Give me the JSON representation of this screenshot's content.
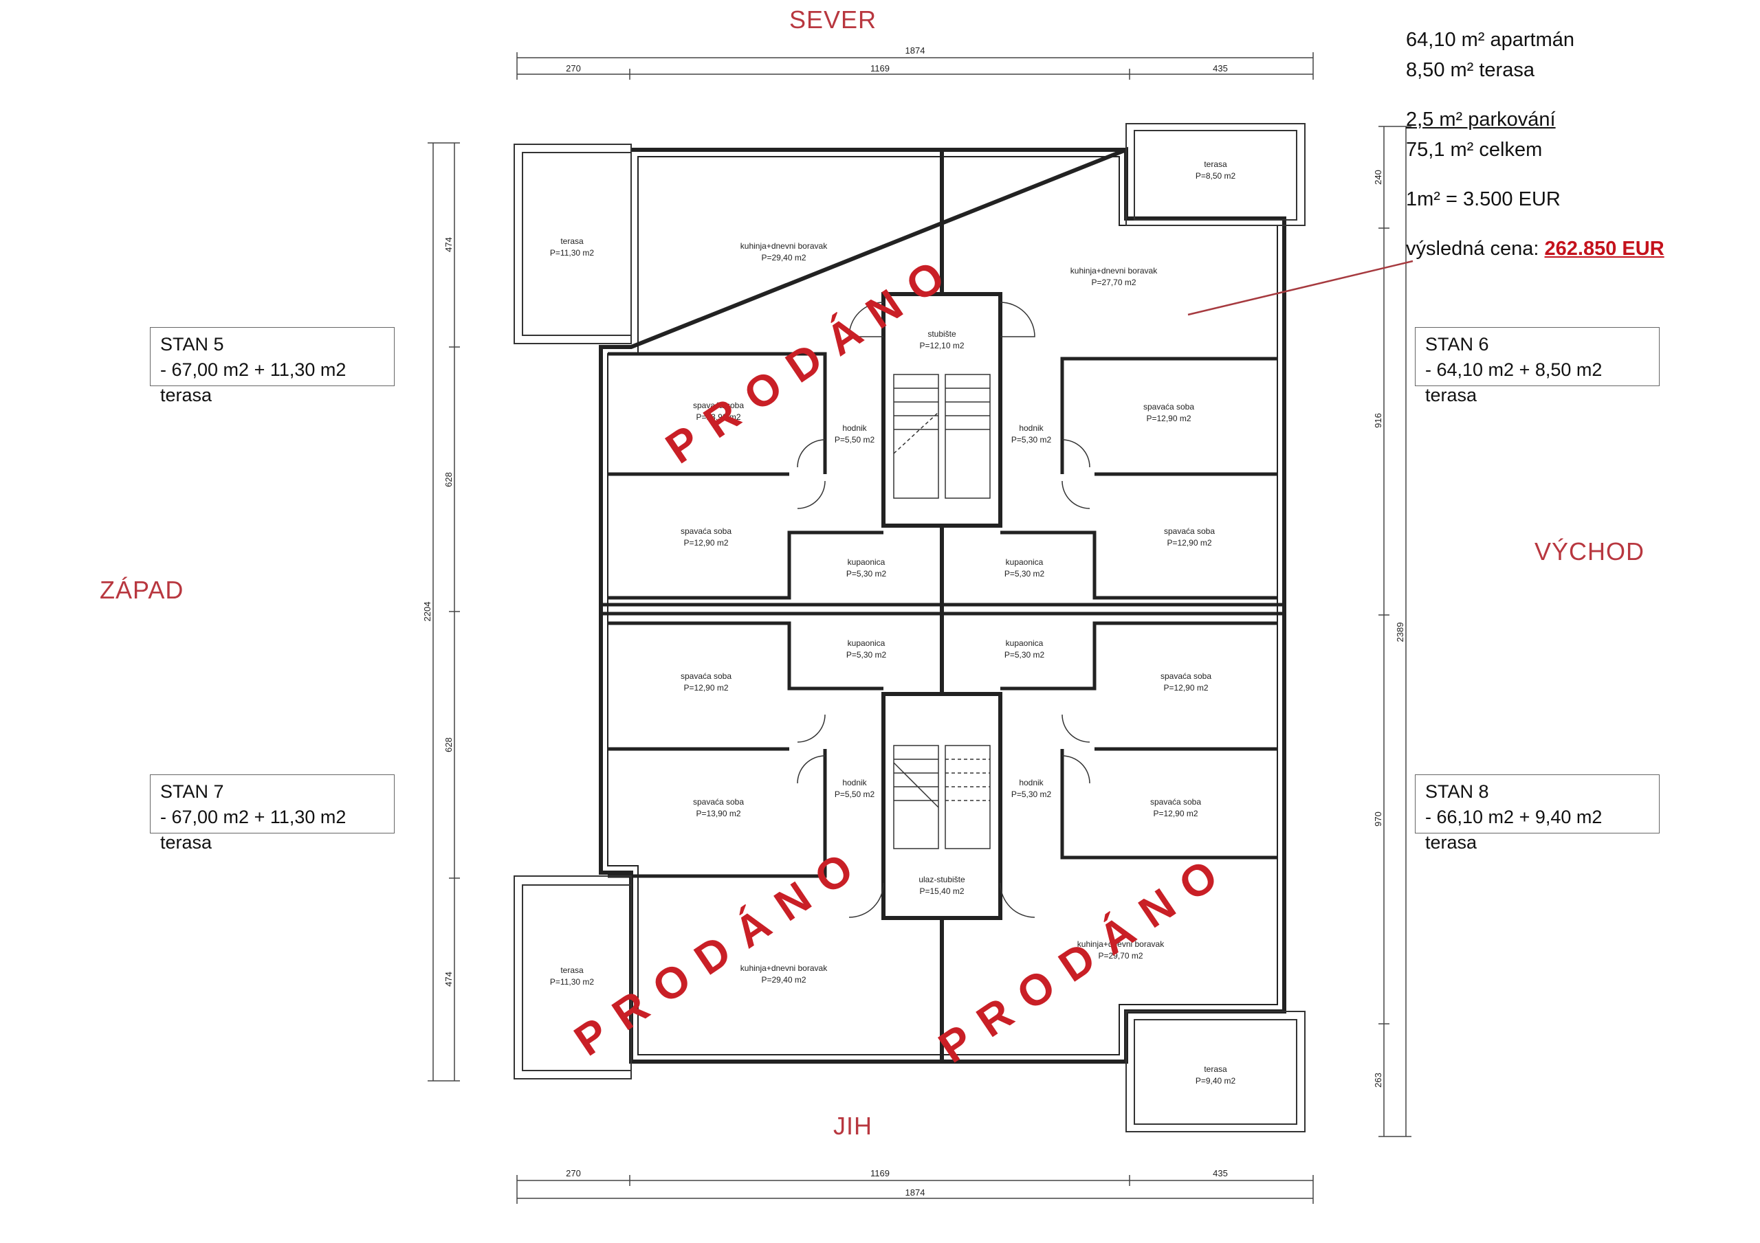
{
  "compass": {
    "north": "SEVER",
    "south": "JIH",
    "west": "ZÁPAD",
    "east": "VÝCHOD"
  },
  "summary": {
    "line1": "64,10 m² apartmán",
    "line2": "8,50   m² terasa",
    "line3": "2,5 m² parkování",
    "line4": "75,1     m² celkem",
    "line5": "1m² =  3.500 EUR",
    "price_label": "výsledná cena:",
    "price_value": "262.850 EUR"
  },
  "units": [
    {
      "name": "STAN 5",
      "desc": "- 67,00 m2 + 11,30 m2 terasa"
    },
    {
      "name": "STAN 6",
      "desc": "- 64,10 m2 + 8,50 m2 terasa"
    },
    {
      "name": "STAN 7",
      "desc": "- 67,00 m2 + 11,30 m2 terasa"
    },
    {
      "name": "STAN 8",
      "desc": "- 66,10 m2 + 9,40 m2 terasa"
    }
  ],
  "sold_label": "PRODÁNO",
  "dimensions": {
    "top_total": "1874",
    "top_left": "270",
    "top_mid": "1169",
    "top_right": "435",
    "bottom_total": "1874",
    "bottom_left": "270",
    "bottom_mid": "1169",
    "bottom_right": "435",
    "left_total": "2204",
    "left_1": "474",
    "left_2": "628",
    "left_3": "628",
    "left_4": "474",
    "right_total": "2389",
    "right_1": "240",
    "right_2": "916",
    "right_3": "970",
    "right_4": "263"
  },
  "rooms": {
    "nw_terrace": {
      "name": "terasa",
      "area": "P=11,30 m2"
    },
    "nw_kitchen": {
      "name": "kuhinja+dnevni boravak",
      "area": "P=29,40 m2"
    },
    "ne_terrace": {
      "name": "terasa",
      "area": "P=8,50 m2"
    },
    "ne_kitchen": {
      "name": "kuhinja+dnevni boravak",
      "area": "P=27,70 m2"
    },
    "stair_n": {
      "name": "stubište",
      "area": "P=12,10 m2"
    },
    "nw_bed1": {
      "name": "spavaća soba",
      "area": "P=13,90 m2"
    },
    "nw_hall": {
      "name": "hodnik",
      "area": "P=5,50 m2"
    },
    "ne_hall": {
      "name": "hodnik",
      "area": "P=5,30 m2"
    },
    "ne_bed1": {
      "name": "spavaća soba",
      "area": "P=12,90 m2"
    },
    "nw_bed2": {
      "name": "spavaća soba",
      "area": "P=12,90 m2"
    },
    "nw_bath": {
      "name": "kupaonica",
      "area": "P=5,30 m2"
    },
    "ne_bath": {
      "name": "kupaonica",
      "area": "P=5,30 m2"
    },
    "ne_bed2": {
      "name": "spavaća soba",
      "area": "P=12,90 m2"
    },
    "sw_bath": {
      "name": "kupaonica",
      "area": "P=5,30 m2"
    },
    "se_bath": {
      "name": "kupaonica",
      "area": "P=5,30 m2"
    },
    "sw_bed2": {
      "name": "spavaća soba",
      "area": "P=12,90 m2"
    },
    "se_bed2": {
      "name": "spavaća soba",
      "area": "P=12,90 m2"
    },
    "sw_hall": {
      "name": "hodnik",
      "area": "P=5,50 m2"
    },
    "se_hall": {
      "name": "hodnik",
      "area": "P=5,30 m2"
    },
    "sw_bed1": {
      "name": "spavaća soba",
      "area": "P=13,90 m2"
    },
    "se_bed1": {
      "name": "spavaća soba",
      "area": "P=12,90 m2"
    },
    "stair_s": {
      "name": "ulaz-stubište",
      "area": "P=15,40 m2"
    },
    "sw_terrace": {
      "name": "terasa",
      "area": "P=11,30 m2"
    },
    "sw_kitchen": {
      "name": "kuhinja+dnevni boravak",
      "area": "P=29,40 m2"
    },
    "se_kitchen": {
      "name": "kuhinja+dnevni boravak",
      "area": "P=29,70 m2"
    },
    "se_terrace": {
      "name": "terasa",
      "area": "P=9,40 m2"
    }
  }
}
